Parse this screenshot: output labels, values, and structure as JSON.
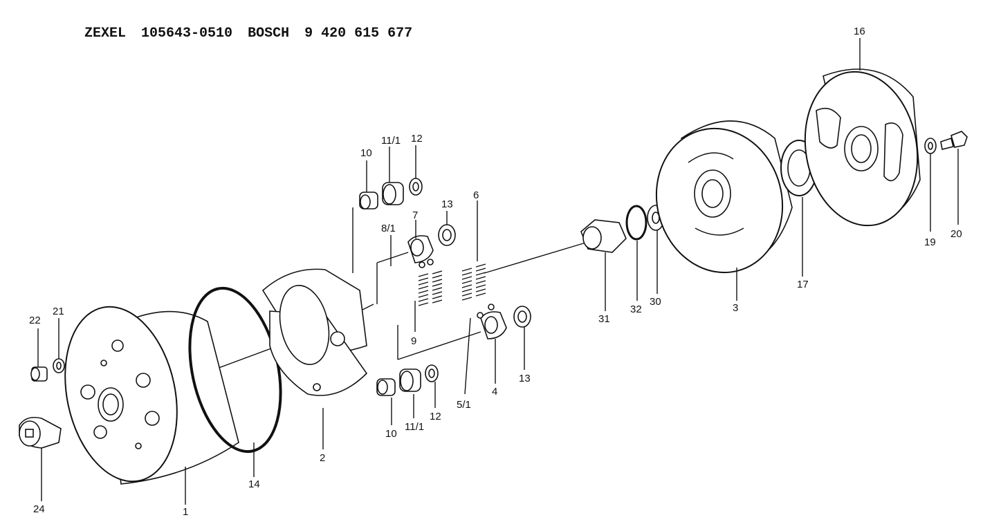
{
  "header": {
    "brand1": "ZEXEL",
    "code1": "105643-0510",
    "brand2": "BOSCH",
    "code2": "9 420 615 677"
  },
  "labels": {
    "l1": "1",
    "l2": "2",
    "l3": "3",
    "l4": "4",
    "l5_1": "5/1",
    "l6": "6",
    "l7": "7",
    "l8_1": "8/1",
    "l9": "9",
    "l10a": "10",
    "l10b": "10",
    "l11_1a": "11/1",
    "l11_1b": "11/1",
    "l12a": "12",
    "l12b": "12",
    "l13a": "13",
    "l13b": "13",
    "l14": "14",
    "l16": "16",
    "l17": "17",
    "l19": "19",
    "l20": "20",
    "l21": "21",
    "l22": "22",
    "l24": "24",
    "l30": "30",
    "l31": "31",
    "l32": "32"
  }
}
